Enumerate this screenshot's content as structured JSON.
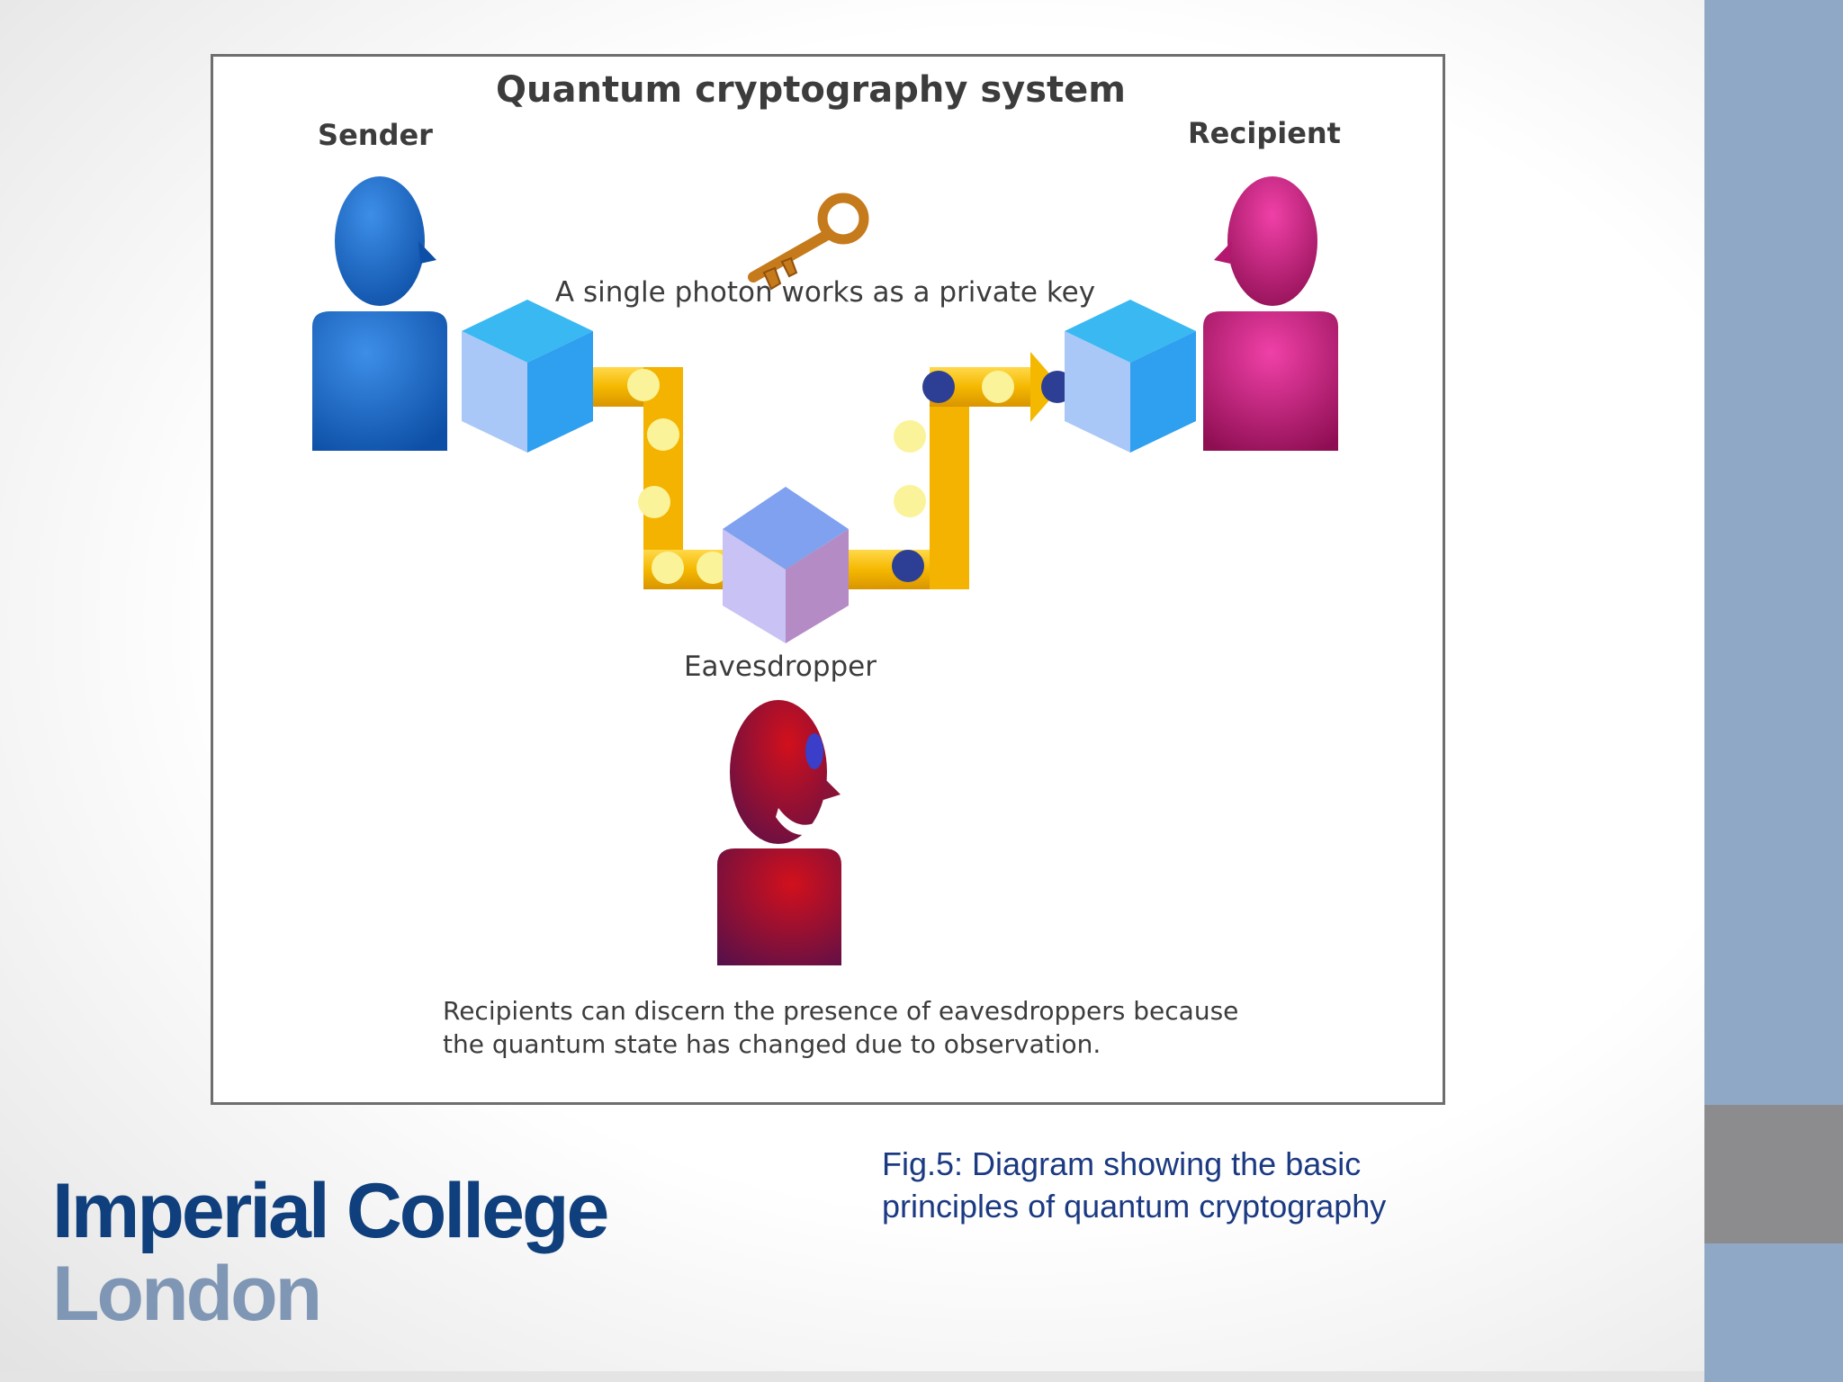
{
  "diagram": {
    "title": "Quantum cryptography system",
    "sender_label": "Sender",
    "recipient_label": "Recipient",
    "key_label": "A single photon works as a private key",
    "eavesdropper_label": "Eavesdropper",
    "note_line1": "Recipients can discern the presence of eavesdroppers because",
    "note_line2": "the quantum state has changed due to observation."
  },
  "caption": {
    "line1": "Fig.5: Diagram showing the basic",
    "line2": "principles of quantum cryptography"
  },
  "logo": {
    "line1": "Imperial College",
    "line2": "London"
  },
  "colors": {
    "sender": "#1f6fd0",
    "recipient": "#e0268f",
    "eavesdropper": "#b5102a",
    "beam": "#f5b800",
    "photon_light": "#fbf39a",
    "photon_dark": "#2c3f94",
    "caption": "#1b3a82",
    "logo_primary": "#0f3f7c",
    "logo_secondary": "#7f96b4",
    "sidebar_blue": "#8fa8c6",
    "sidebar_grey": "#8c8c8f"
  },
  "icons": [
    "sender-person-icon",
    "recipient-person-icon",
    "eavesdropper-person-icon",
    "key-icon",
    "cube-icon"
  ]
}
